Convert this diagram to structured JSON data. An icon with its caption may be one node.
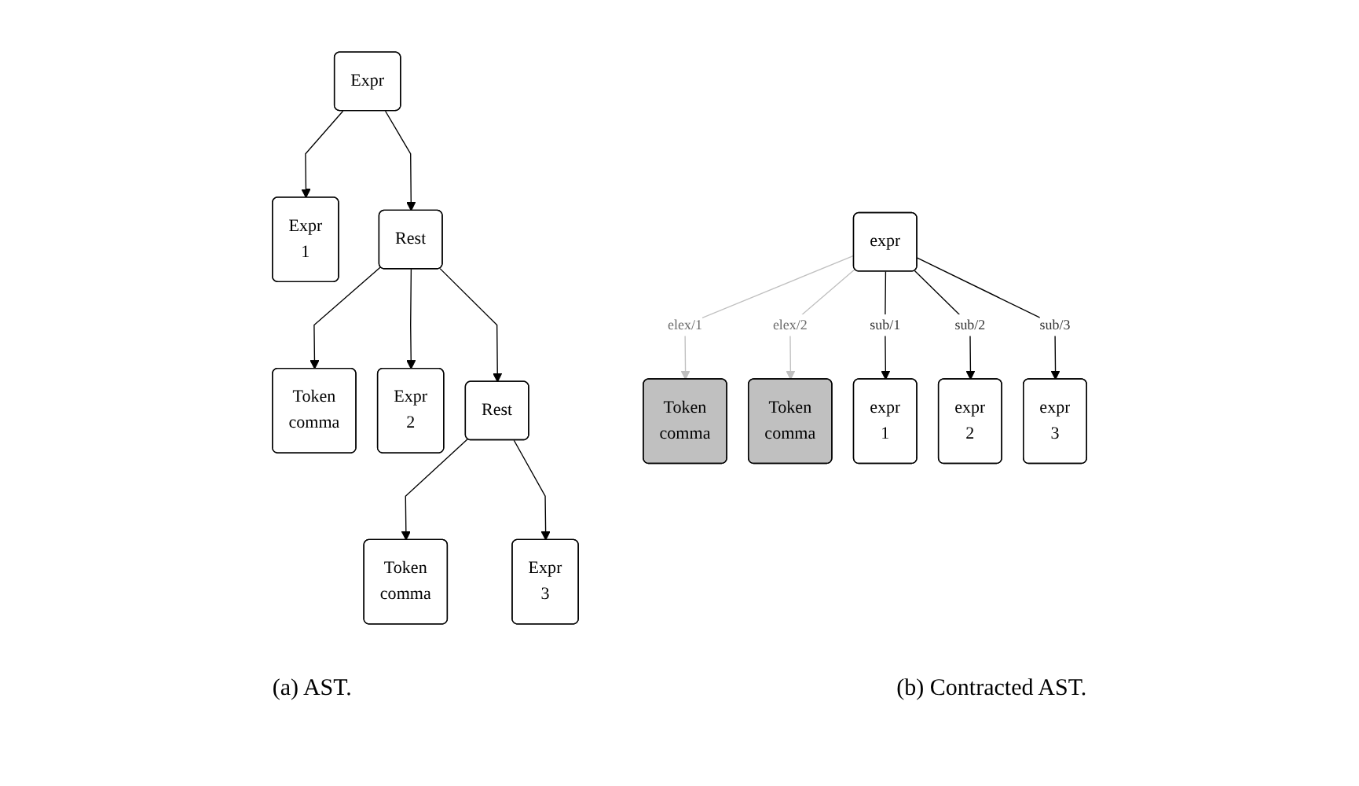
{
  "diagram": {
    "nodes": [
      {
        "text": [
          "Expr"
        ]
      },
      {
        "text": [
          "Expr",
          "1"
        ]
      },
      {
        "text": [
          "Rest"
        ]
      },
      {
        "text": [
          "Token",
          "comma"
        ]
      },
      {
        "text": [
          "Expr",
          "2"
        ]
      },
      {
        "text": [
          "Rest"
        ]
      },
      {
        "text": [
          "Token",
          "comma"
        ]
      },
      {
        "text": [
          "Expr",
          "3"
        ]
      },
      {
        "text": [
          "expr"
        ]
      },
      {
        "text": [
          "Token",
          "comma"
        ]
      },
      {
        "text": [
          "Token",
          "comma"
        ]
      },
      {
        "text": [
          "expr",
          "1"
        ]
      },
      {
        "text": [
          "expr",
          "2"
        ]
      },
      {
        "text": [
          "expr",
          "3"
        ]
      }
    ],
    "edges": [
      {
        "from": 0,
        "to": 1,
        "arrow": "to"
      },
      {
        "from": 0,
        "to": 2,
        "arrow": "to"
      },
      {
        "from": 2,
        "to": 3,
        "arrow": "to"
      },
      {
        "from": 2,
        "to": 4,
        "arrow": "to"
      },
      {
        "from": 2,
        "to": 5,
        "arrow": "to"
      },
      {
        "from": 5,
        "to": 6,
        "arrow": "to"
      },
      {
        "from": 5,
        "to": 7,
        "arrow": "to"
      },
      {
        "from": 8,
        "to": 9,
        "arrow": "to",
        "label": "elex/1",
        "color": "#c0c0c0"
      },
      {
        "from": 8,
        "to": 10,
        "arrow": "to",
        "label": "elex/2",
        "color": "#c0c0c0"
      },
      {
        "from": 8,
        "to": 11,
        "arrow": "to",
        "label": "sub/1"
      },
      {
        "from": 8,
        "to": 12,
        "arrow": "to",
        "label": "sub/2"
      },
      {
        "from": 8,
        "to": 13,
        "arrow": "to",
        "label": "sub/3"
      }
    ],
    "labels": [
      "(a) AST.",
      "(b) Contracted AST."
    ]
  }
}
